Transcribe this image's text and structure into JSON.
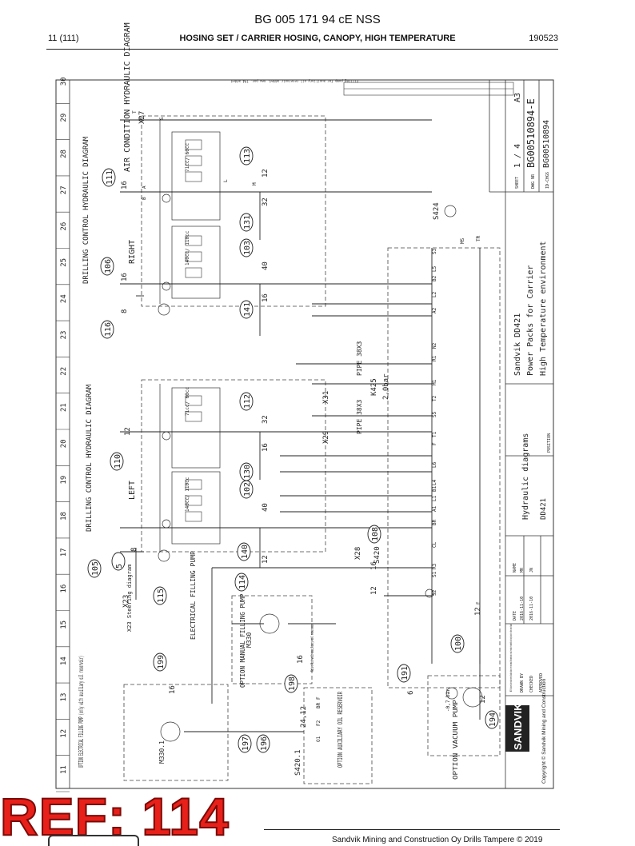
{
  "header": {
    "doc_id": "BG 005 171 94 cE NSS",
    "page": "11 (111)",
    "title": "HOSING SET / CARRIER HOSING, CANOPY, HIGH TEMPERATURE",
    "date": "190523"
  },
  "drawing": {
    "grid_numbers": [
      "11",
      "12",
      "13",
      "14",
      "15",
      "16",
      "17",
      "18",
      "19",
      "20",
      "21",
      "22",
      "23",
      "24",
      "25",
      "26",
      "27",
      "28",
      "29",
      "30"
    ],
    "sections": {
      "air_condition": "AIR CONDITION HYDRAULIC DIAGRAM",
      "drilling_control_right": "DRILLING CONTROL HYDRAULIC DIAGRAM",
      "drilling_control_left": "DRILLING CONTROL HYDRAULIC DIAGRAM",
      "right": "RIGHT",
      "left": "LEFT",
      "electrical_filling_pump": "ELECTRICAL FILLING PUMP",
      "option_manual_filling_pump": "OPTION MANUAL FILLING PUMP",
      "option_electrical_filling_pump": "OPTION ELECTRICAL FILLING PUMP (only with auxiliary oil reservoir)",
      "option_aux_reservoir": "OPTION AUXILIARY OIL RESERVOIR",
      "option_vacuum_pump": "OPTION VACUUM PUMP",
      "steering": "X23 Steering diagram"
    },
    "components": {
      "x27": "X27",
      "x29": "X29",
      "x31": "X31",
      "x28": "X28",
      "x23": "X23",
      "s424": "S424",
      "s420": "S420",
      "s420_1": "S420.1",
      "k425": "K425",
      "k425_val": "2,0bar",
      "pipe_1": "PIPE 38X3",
      "pipe_2": "PIPE 38X3",
      "m330": "M330",
      "m330_1": "M330.1",
      "pump_r1": "140cc/ 110cc",
      "pump_r2": "71cc/ 60cc",
      "pump_l1": "140cc/ 110cc",
      "pump_l2": "71cc/ 60cc",
      "note": "Note: Not with auxiliary oil reservoir",
      "vac": "-0,7 bar"
    },
    "hose_refs": [
      "111",
      "113",
      "131",
      "106",
      "103",
      "116",
      "141",
      "112",
      "110",
      "130",
      "102",
      "105",
      "5",
      "140",
      "115",
      "114",
      "108",
      "199",
      "198",
      "197",
      "196",
      "191",
      "100",
      "194"
    ],
    "line_sizes": [
      "16",
      "12",
      "32",
      "16",
      "40",
      "8",
      "16",
      "12",
      "32",
      "16",
      "40",
      "12",
      "8",
      "16",
      "16",
      "12",
      "12",
      "16",
      "24,12",
      "6",
      "12"
    ],
    "ports": [
      "P",
      "S",
      "T",
      "L",
      "M",
      "A",
      "B",
      "TR",
      "MS",
      "S3",
      "L5",
      "B2",
      "L2",
      "A2",
      "N2",
      "R1",
      "M1",
      "T2",
      "S5",
      "T1",
      "F",
      "L6",
      "L4",
      "B1",
      "L1",
      "A1",
      "BR",
      "CL",
      "R3",
      "S1",
      "S2",
      "E",
      "F2",
      "O1",
      "BR",
      "F"
    ]
  },
  "title_block": {
    "company": "Sandvik DD421",
    "desc_1": "Power Packs for Carrier",
    "desc_2": "High Temperature environment",
    "diagram": "Hydraulic diagrams",
    "model": "DD421",
    "sheet_label": "SHEET",
    "sheet_val": "1 / 4",
    "size": "A3",
    "dwg_label": "DWG NR",
    "dwg_nr": "BG00510894-E",
    "idc_label": "ID-CHGS",
    "idc_val": "BG00510894",
    "date_hdr": "DATE",
    "name_hdr": "NAME",
    "drawn_label": "DRAWN BY",
    "drawn_date": "2016-11-10",
    "drawn_name": "MR",
    "checked_label": "CHECKED",
    "checked_date": "2016-11-10",
    "checked_name": "JN",
    "approved_label": "APPROVED",
    "position_label": "POSITION",
    "logo": "SANDVIK",
    "copyright": "Copyright © Sandvik Mining and Construction",
    "notice": "NOTICE! This document is the exclusive property of Sandvik and it must be returned on demand. The document may not be copied, reproduced or transmitted to a third party without prior written consent of Sandvik.",
    "rev_text": "Filling pump for auxiliary oil reservoir added, new pos. 194 added"
  },
  "stamp": {
    "text": "REF: 114",
    "color": "#e8201a"
  },
  "footer": {
    "text": "Sandvik Mining and Construction Oy Drills Tampere © 2019"
  }
}
